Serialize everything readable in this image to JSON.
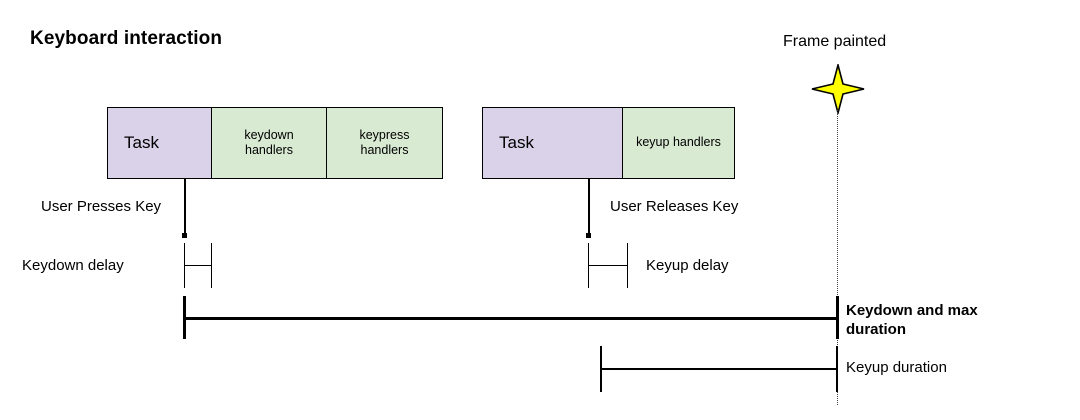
{
  "diagram": {
    "title": "Keyboard interaction",
    "type": "timeline-sequence-diagram",
    "background_color": "#ffffff",
    "colors": {
      "task_block": "#d9d2e9",
      "handler_block": "#d9ead3",
      "stroke": "#000000",
      "star_fill": "#ffff00",
      "star_stroke": "#000000",
      "frame_line": "#444444"
    }
  },
  "sequences": [
    {
      "name": "keydown-sequence",
      "blocks": [
        {
          "label": "Task",
          "kind": "task"
        },
        {
          "label": "keydown\nhandlers",
          "line1": "keydown",
          "line2": "handlers",
          "kind": "handler"
        },
        {
          "label": "keypress\nhandlers",
          "line1": "keypress",
          "line2": "handlers",
          "kind": "handler"
        }
      ]
    },
    {
      "name": "keyup-sequence",
      "blocks": [
        {
          "label": "Task",
          "kind": "task"
        },
        {
          "label": "keyup handlers",
          "kind": "handler"
        }
      ]
    }
  ],
  "events": {
    "press_label": "User Presses Key",
    "release_label": "User Releases Key",
    "frame_painted_label": "Frame painted",
    "frame_painted_icon": "four-point-star-icon"
  },
  "measures": [
    {
      "id": "keydown-delay",
      "label": "Keydown delay",
      "bold": false
    },
    {
      "id": "keyup-delay",
      "label": "Keyup delay",
      "bold": false
    },
    {
      "id": "keydown-max-duration",
      "label": "Keydown and max duration",
      "line1": "Keydown and max",
      "line2": "duration",
      "bold": true
    },
    {
      "id": "keyup-duration",
      "label": "Keyup duration",
      "bold": false
    }
  ]
}
